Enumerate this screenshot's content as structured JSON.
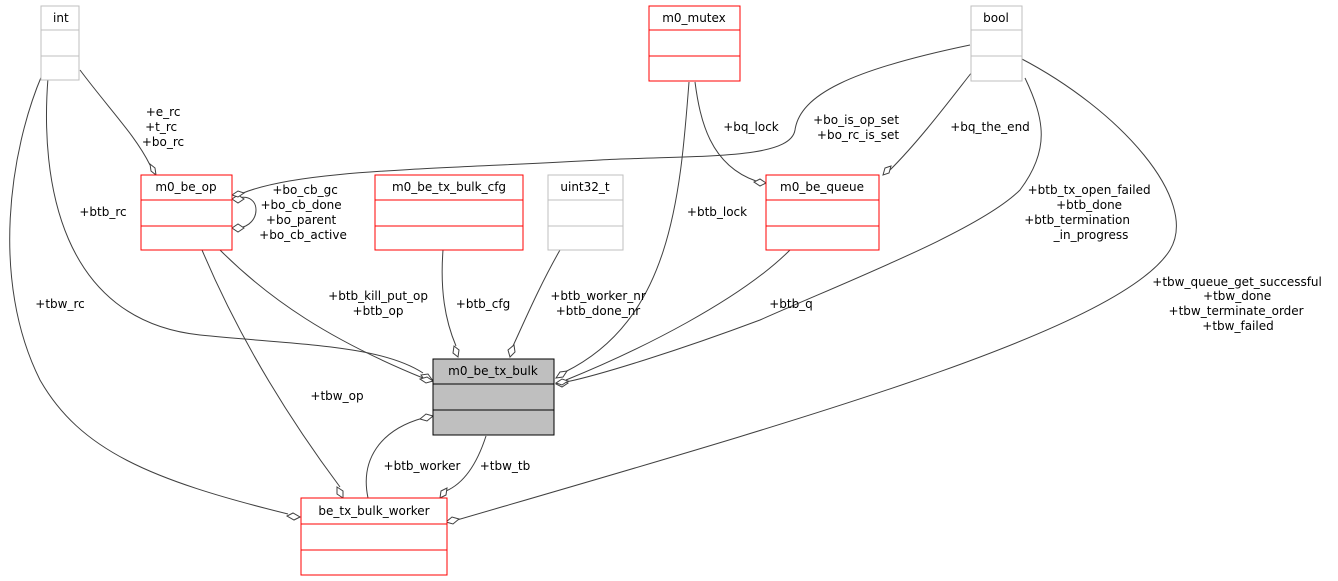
{
  "nodes": {
    "int": {
      "title": "int"
    },
    "m0_mutex": {
      "title": "m0_mutex"
    },
    "bool": {
      "title": "bool"
    },
    "m0_be_op": {
      "title": "m0_be_op"
    },
    "m0_be_tx_bulk_cfg": {
      "title": "m0_be_tx_bulk_cfg"
    },
    "uint32_t": {
      "title": "uint32_t"
    },
    "m0_be_queue": {
      "title": "m0_be_queue"
    },
    "m0_be_tx_bulk": {
      "title": "m0_be_tx_bulk"
    },
    "be_tx_bulk_worker": {
      "title": "be_tx_bulk_worker"
    }
  },
  "labels": {
    "op_rc": [
      "+e_rc",
      "+t_rc",
      "+bo_rc"
    ],
    "op_self": [
      "+bo_cb_gc",
      "+bo_cb_done",
      "+bo_parent",
      "+bo_cb_active"
    ],
    "op_bool": [
      "+bo_is_op_set",
      "+bo_rc_is_set"
    ],
    "bq_lock": [
      "+bq_lock"
    ],
    "bq_the_end": [
      "+bq_the_end"
    ],
    "btb_rc": [
      "+btb_rc"
    ],
    "btb_lock": [
      "+btb_lock"
    ],
    "btb_bool": [
      "+btb_tx_open_failed",
      "+btb_done",
      "+btb_termination",
      "_in_progress"
    ],
    "tbw_rc": [
      "+tbw_rc"
    ],
    "btb_op": [
      "+btb_kill_put_op",
      "+btb_op"
    ],
    "btb_cfg": [
      "+btb_cfg"
    ],
    "btb_nr": [
      "+btb_worker_nr",
      "+btb_done_nr"
    ],
    "btb_q": [
      "+btb_q"
    ],
    "tbw_bool": [
      "+tbw_queue_get_successful",
      "+tbw_done",
      "+tbw_terminate_order",
      "+tbw_failed"
    ],
    "tbw_op": [
      "+tbw_op"
    ],
    "btb_worker": [
      "+btb_worker"
    ],
    "tbw_tb": [
      "+tbw_tb"
    ]
  },
  "colors": {
    "edge": "#404040",
    "node_border_red": "#ff0000",
    "node_border_gray": "#bfbfbf",
    "focus_fill": "#bfbfbf",
    "focus_border": "#000000"
  }
}
